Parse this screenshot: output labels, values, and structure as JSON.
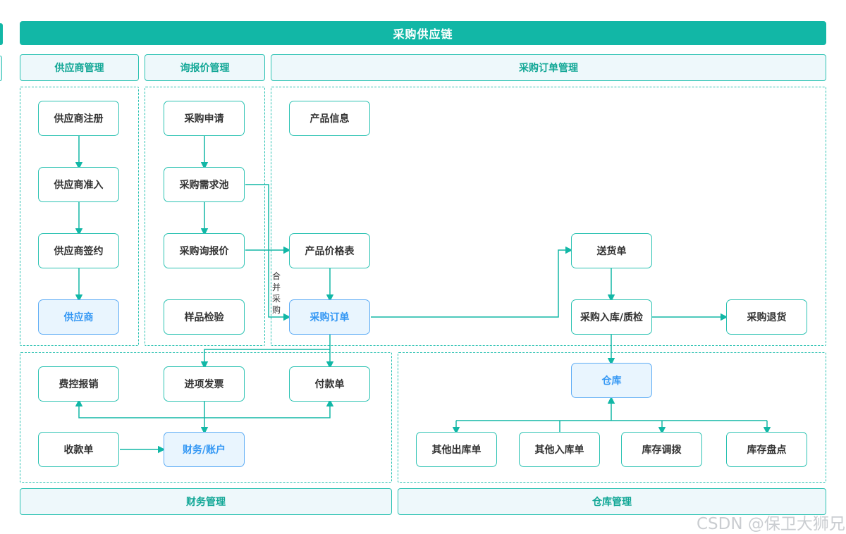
{
  "banner": {
    "title": "采购供应链"
  },
  "sections": {
    "supplier": {
      "label": "供应商管理"
    },
    "inquiry": {
      "label": "询报价管理"
    },
    "purchase_order": {
      "label": "采购订单管理"
    },
    "finance": {
      "label": "财务管理"
    },
    "warehouse": {
      "label": "仓库管理"
    }
  },
  "nodes": {
    "supplier_register": "供应商注册",
    "supplier_access": "供应商准入",
    "supplier_sign": "供应商签约",
    "supplier": "供应商",
    "purchase_request": "采购申请",
    "demand_pool": "采购需求池",
    "rfq": "采购询报价",
    "sample_inspection": "样品检验",
    "product_info": "产品信息",
    "price_list": "产品价格表",
    "purchase_order": "采购订单",
    "delivery_note": "送货单",
    "inbound_qc": "采购入库/质检",
    "purchase_return": "采购退货",
    "expense_reimburse": "费控报销",
    "input_invoice": "进项发票",
    "payment_slip": "付款单",
    "receipt_slip": "收款单",
    "finance_account": "财务/账户",
    "warehouse": "仓库",
    "other_outbound": "其他出库单",
    "other_inbound": "其他入库单",
    "stock_transfer": "库存调拨",
    "stock_count": "库存盘点"
  },
  "labels": {
    "merge_purchase": "合并采购"
  },
  "watermark": "CSDN @保卫大狮兄",
  "colors": {
    "banner_teal": "#12b7a6",
    "border_teal": "#2bc2b2",
    "header_text_teal": "#12a796",
    "header_bg": "#eef8fb",
    "blue_border": "#5dacf5",
    "blue_text": "#3598f4",
    "blue_bg": "#e9f5fe",
    "box_text": "#333333",
    "watermark_gray": "#a8adb3"
  }
}
